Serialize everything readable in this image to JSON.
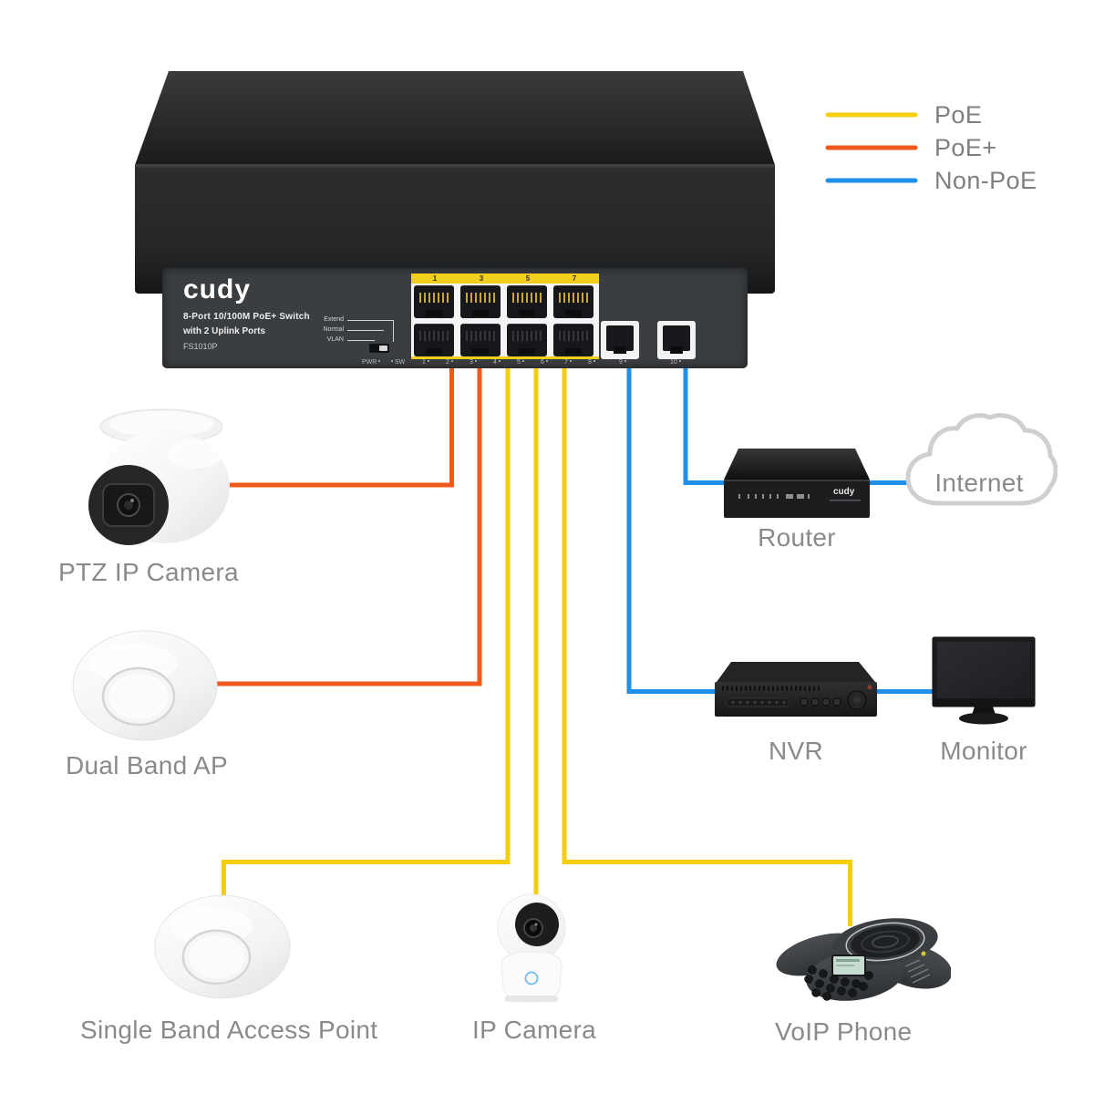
{
  "colors": {
    "poe": "#F6CE10",
    "poe_plus": "#F2591D",
    "non_poe": "#1F8FE9",
    "label_gray": "#8a8a8a"
  },
  "legend": {
    "poe": "PoE",
    "poe_plus": "PoE+",
    "non_poe": "Non-PoE"
  },
  "switch": {
    "brand": "cudy",
    "name_line1": "8-Port 10/100M PoE+ Switch",
    "name_line2": "with 2 Uplink Ports",
    "model": "FS1010P",
    "mode_switch_labels": [
      "Extend",
      "Normal",
      "VLAN"
    ],
    "led_power_label": "PWR",
    "led_system_label": "SW",
    "poe_port_group_numbers": [
      "1",
      "3",
      "5",
      "7"
    ],
    "port_led_numbers": [
      "1",
      "2",
      "3",
      "4",
      "5",
      "6",
      "7",
      "8"
    ],
    "uplink_led_numbers": [
      "9",
      "10"
    ]
  },
  "devices": {
    "ptz_camera": {
      "label": "PTZ IP Camera"
    },
    "dual_band_ap": {
      "label": "Dual Band AP"
    },
    "single_band_ap": {
      "label": "Single Band Access Point"
    },
    "ip_camera": {
      "label": "IP Camera"
    },
    "voip_phone": {
      "label": "VoIP Phone"
    },
    "router": {
      "label": "Router",
      "brand": "cudy"
    },
    "internet": {
      "label": "Internet"
    },
    "nvr": {
      "label": "NVR"
    },
    "monitor": {
      "label": "Monitor"
    }
  },
  "connections": [
    {
      "to": "PTZ IP Camera",
      "type": "PoE+"
    },
    {
      "to": "Dual Band AP",
      "type": "PoE+"
    },
    {
      "to": "Single Band Access Point",
      "type": "PoE"
    },
    {
      "to": "IP Camera",
      "type": "PoE"
    },
    {
      "to": "VoIP Phone",
      "type": "PoE"
    },
    {
      "to": "NVR",
      "type": "Non-PoE"
    },
    {
      "from": "NVR",
      "to": "Monitor",
      "type": "Non-PoE"
    },
    {
      "to": "Router",
      "type": "Non-PoE"
    },
    {
      "from": "Router",
      "to": "Internet",
      "type": "Non-PoE"
    }
  ]
}
